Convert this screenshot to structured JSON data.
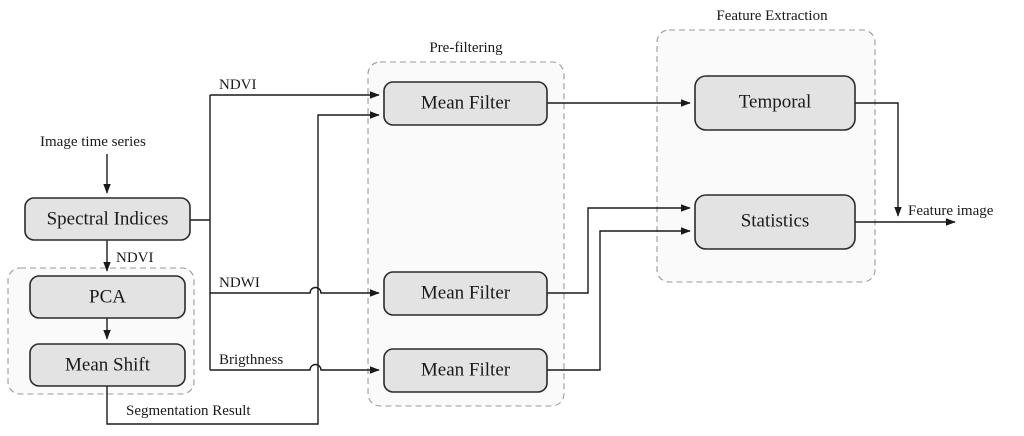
{
  "diagram": {
    "title_present": false,
    "groups": [
      {
        "id": "segmentation",
        "label": ""
      },
      {
        "id": "prefiltering",
        "label": "Pre-filtering"
      },
      {
        "id": "feature_extraction",
        "label": "Feature Extraction"
      }
    ],
    "nodes": [
      {
        "id": "spectral_indices",
        "label": "Spectral Indices"
      },
      {
        "id": "pca",
        "label": "PCA"
      },
      {
        "id": "mean_shift",
        "label": "Mean Shift"
      },
      {
        "id": "mean_filter_1",
        "label": "Mean Filter"
      },
      {
        "id": "mean_filter_2",
        "label": "Mean Filter"
      },
      {
        "id": "mean_filter_3",
        "label": "Mean Filter"
      },
      {
        "id": "temporal",
        "label": "Temporal"
      },
      {
        "id": "statistics",
        "label": "Statistics"
      }
    ],
    "edge_labels": {
      "input": "Image time series",
      "ndvi_to_pca": "NDVI",
      "ndvi_branch": "NDVI",
      "ndwi_branch": "NDWI",
      "brightness_branch": "Brigthness",
      "segmentation_result": "Segmentation Result",
      "output": "Feature image"
    },
    "colors": {
      "node_fill": "#e3e3e3",
      "node_stroke": "#2b2b2b",
      "group_fill": "#fafafa",
      "group_stroke": "#9a9a9a",
      "wire": "#1a1a1a",
      "background": "#ffffff"
    }
  }
}
